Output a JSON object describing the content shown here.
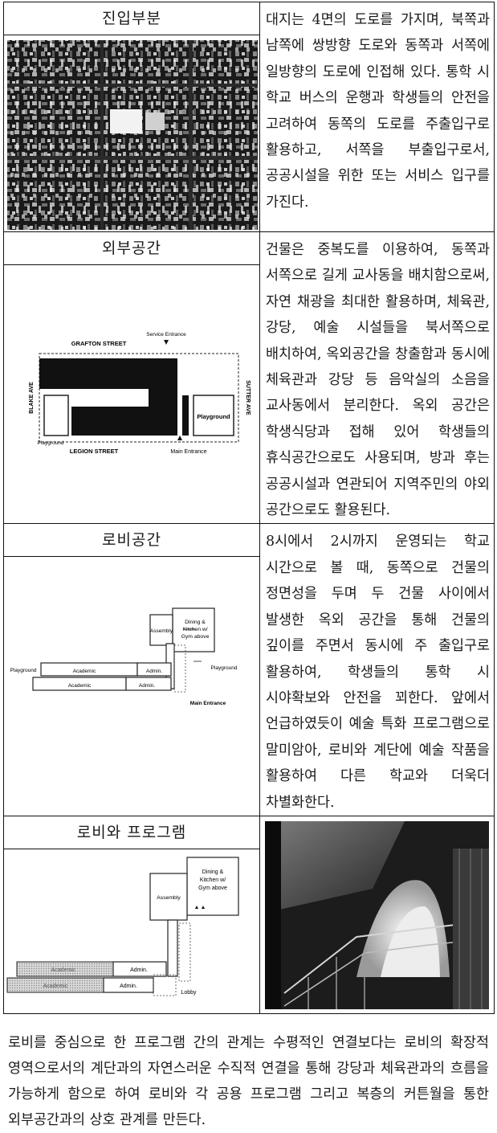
{
  "sections": [
    {
      "heading": "진입부분",
      "text": "대지는 4면의 도로를 가지며, 북쪽과 남쪽에 쌍방향 도로와 동쪽과 서쪽에 일방향의 도로에 인접해 있다. 통학 시 학교 버스의 운행과 학생들의 안전을 고려하여 동쪽의 도로를 주출입구로 활용하고, 서쪽을 부출입구로서, 공공시설을 위한 또는 서비스 입구를 가진다."
    },
    {
      "heading": "외부공간",
      "text": "건물은 중복도를 이용하여, 동쪽과 서쪽으로 길게 교사동을 배치함으로써, 자연 채광을 최대한 활용하며, 체육관, 강당, 예술 시설들을 북서쪽으로 배치하여, 옥외공간을 창출함과 동시에 체육관과 강당 등 음악실의 소음을 교사동에서 분리한다. 옥외 공간은 학생식당과 접해 있어 학생들의 휴식공간으로도 사용되며, 방과 후는 공공시설과 연관되어 지역주민의 야외 공간으로도 활용된다.",
      "site_plan": {
        "north_street": "GRAFTON STREET",
        "south_street": "LEGION STREET",
        "west_street": "BLAKE AVE",
        "east_street": "SUTTER AVE",
        "service_entrance": "Service Entrance",
        "main_entrance": "Main Entrance",
        "playground_right": "Playground",
        "playground_left": "Playground"
      }
    },
    {
      "heading": "로비공간",
      "text": "8시에서 2시까지 운영되는 학교 시간으로 볼 때, 동쪽으로 건물의 정면성을 두며 두 건물 사이에서 발생한 옥외 공간을 통해 건물의 깊이를 주면서 동시에 주 출입구로 활용하여, 학생들의 통학 시 시야확보와 안전을 꾀한다. 앞에서 언급하였듯이 예술 특화 프로그램으로 말미암아, 로비와 계단에 예술 작품을 활용하여 다른 학교와 더욱더 차별화한다.",
      "plan": {
        "dining": "Dining &",
        "kitchen": "Kitchen w/",
        "gym": "Gym above",
        "assembly": "Assembly",
        "playground_left": "Playground",
        "playground_right": "Playground",
        "academic_top": "Academic",
        "academic_bottom": "Academic",
        "admin_top": "Admin.",
        "admin_bottom": "Admin.",
        "main_entrance": "Main Entrance"
      }
    },
    {
      "heading": "로비와 프로그램",
      "plan": {
        "dining": "Dining &",
        "kitchen": "Kitchen w/",
        "gym": "Gym above",
        "assembly": "Assembly",
        "academic_top": "Academic",
        "academic_bottom": "Academic",
        "admin_top": "Admin.",
        "admin_bottom": "Admin.",
        "lobby": "Lobby"
      }
    }
  ],
  "caption": "로비를 중심으로 한 프로그램 간의 관계는 수평적인 연결보다는 로비의 확장적 영역으로서의 계단과의 자연스러운 수직적 연결을 통해 강당과 체육관과의 흐름을 가능하게 함으로 하여 로비와 각 공용 프로그램 그리고 복층의 커튼월을 통한 외부공간과의 상호 관계를 만든다."
}
